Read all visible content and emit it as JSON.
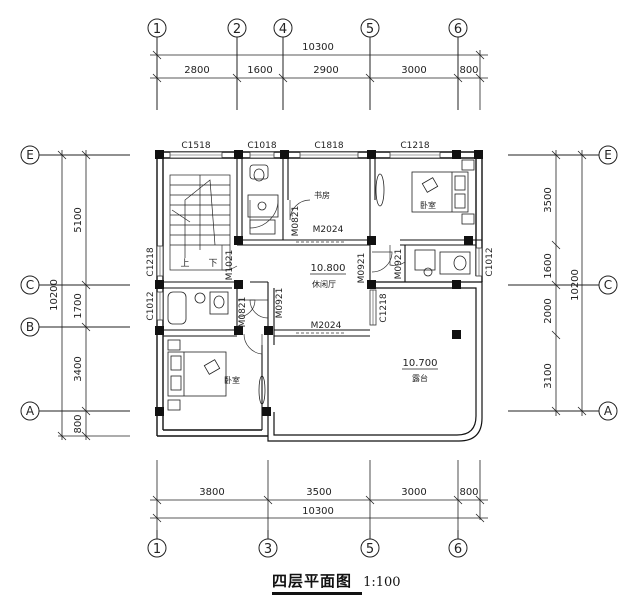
{
  "top_axes": [
    {
      "label": "1"
    },
    {
      "label": "2"
    },
    {
      "label": "4"
    },
    {
      "label": "5"
    },
    {
      "label": "6"
    }
  ],
  "bottom_axes": [
    {
      "label": "1"
    },
    {
      "label": "3"
    },
    {
      "label": "5"
    },
    {
      "label": "6"
    }
  ],
  "left_axes": [
    {
      "label": "E"
    },
    {
      "label": "C"
    },
    {
      "label": "B"
    },
    {
      "label": "A"
    }
  ],
  "right_axes": [
    {
      "label": "E"
    },
    {
      "label": "C"
    },
    {
      "label": "A"
    }
  ],
  "top_dims": {
    "total": "10300",
    "segments": [
      "2800",
      "1600",
      "2900",
      "3000",
      "800"
    ]
  },
  "bottom_dims": {
    "total": "10300",
    "segments": [
      "3800",
      "3500",
      "3000",
      "800"
    ]
  },
  "left_dims": {
    "total": "10200",
    "segments": [
      "5100",
      "1700",
      "3400",
      "800"
    ]
  },
  "right_dims": {
    "total": "10200",
    "segments": [
      "3500",
      "1600",
      "2000",
      "3100"
    ]
  },
  "windows": [
    "C1518",
    "C1018",
    "C1818",
    "C1218",
    "C1218",
    "C1012",
    "C1012",
    "C1218"
  ],
  "doors": [
    "M0821",
    "M2024",
    "M1021",
    "M0921",
    "M0821",
    "M0921",
    "M0921",
    "M2024"
  ],
  "rooms": {
    "study": "书房",
    "bedroom_ne": "卧室",
    "bedroom_sw": "卧室",
    "lounge_level": "10.800",
    "lounge": "休闲厅",
    "terrace_level": "10.700",
    "terrace": "露台",
    "stair_up": "上",
    "stair_down": "下"
  },
  "caption": {
    "title": "四层平面图",
    "scale": "1:100"
  }
}
